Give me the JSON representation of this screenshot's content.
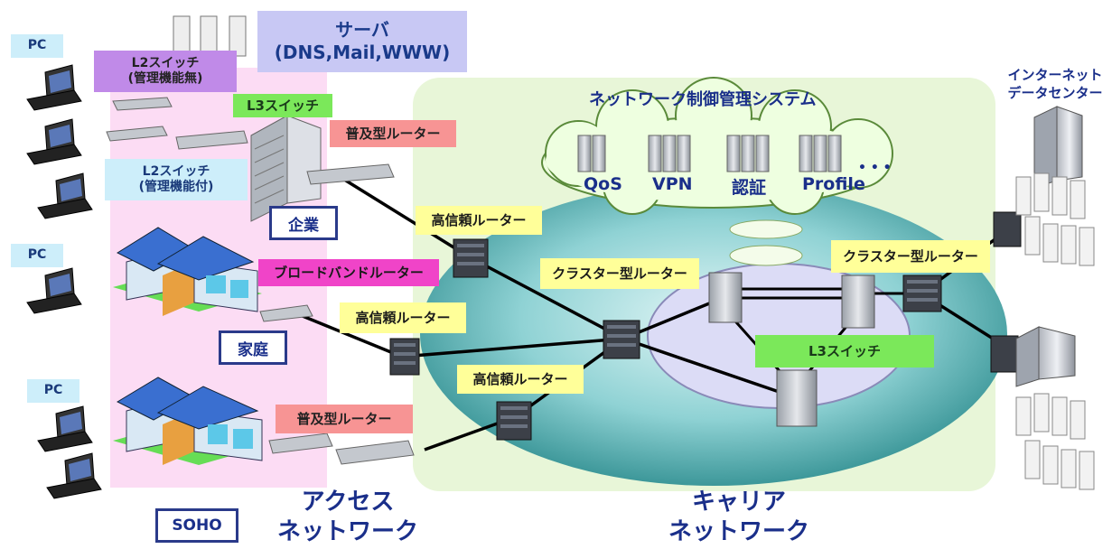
{
  "labels": {
    "pc": [
      "PC",
      "PC",
      "PC"
    ],
    "server": "サーバ\n(DNS,Mail,WWW)",
    "l2_unmanaged": "L2スイッチ\n(管理機能無)",
    "l2_managed": "L2スイッチ\n(管理機能付)",
    "l3_switch_access": "L3スイッチ",
    "popular_router_top": "普及型ルーター",
    "popular_router_bottom": "普及型ルーター",
    "enterprise": "企業",
    "broadband_router": "ブロードバンドルーター",
    "home": "家庭",
    "soho": "SOHO",
    "nms": "ネットワーク制御管理システム",
    "qos": "QoS",
    "vpn": "VPN",
    "auth": "認証",
    "profile": "Profile",
    "ellipsis": "• • •",
    "hr_router_1": "高信頼ルーター",
    "hr_router_2": "高信頼ルーター",
    "hr_router_3": "高信頼ルーター",
    "cluster_router_1": "クラスター型ルーター",
    "cluster_router_2": "クラスター型ルーター",
    "l3_switch_core": "L3スイッチ",
    "idc": "インターネット\nデータセンター",
    "access_network": "アクセス\nネットワーク",
    "carrier_network": "キャリア\nネットワーク"
  },
  "colors": {
    "purple": "#c08ae8",
    "green": "#7be85a",
    "salmon": "#f79494",
    "magenta": "#f044c8",
    "pc_blue": "#cdeefa",
    "server_box": "#c8c8f4",
    "yellow": "#ffff99",
    "pink_zone": "#fcdcf4",
    "green_zone": "#e8f6d8",
    "teal": "#2c8c8c",
    "lavender": "#dcdcf6"
  }
}
